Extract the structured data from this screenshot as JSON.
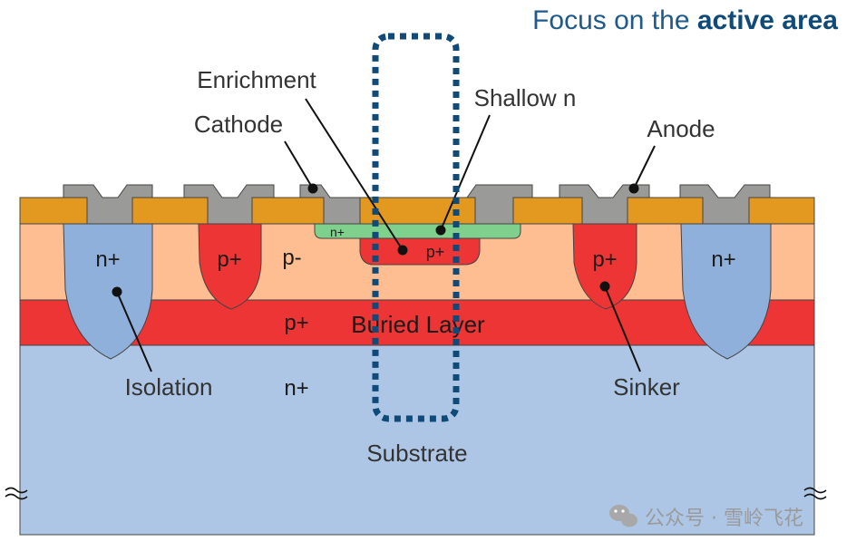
{
  "focus_banner": {
    "prefix": "Focus on the ",
    "emphasis": "active area"
  },
  "labels": {
    "enrichment": "Enrichment",
    "cathode": "Cathode",
    "shallow_n": "Shallow n",
    "anode": "Anode",
    "n_plus_small": "n+",
    "p_plus_small": "p+",
    "n_plus_left": "n+",
    "p_plus_left": "p+",
    "p_minus": "p-",
    "p_plus_right": "p+",
    "n_plus_right": "n+",
    "p_plus_buried": "p+",
    "buried_layer": "Buried Layer",
    "isolation": "Isolation",
    "n_plus_substrate": "n+",
    "sinker": "Sinker",
    "substrate": "Substrate"
  },
  "watermark": {
    "text": "公众号 · 雪岭飞花",
    "icon": "chat-bubble-icon"
  },
  "colors": {
    "substrate": "#aec6e6",
    "buried_layer": "#ee3535",
    "epi_layer": "#ffbe92",
    "oxide": "#e3991f",
    "metal": "#9a9b98",
    "n_plus": "#8fb0da",
    "p_plus": "#ee3535",
    "shallow_n": "#7fd08c",
    "focus_box": "#0f4a78"
  }
}
